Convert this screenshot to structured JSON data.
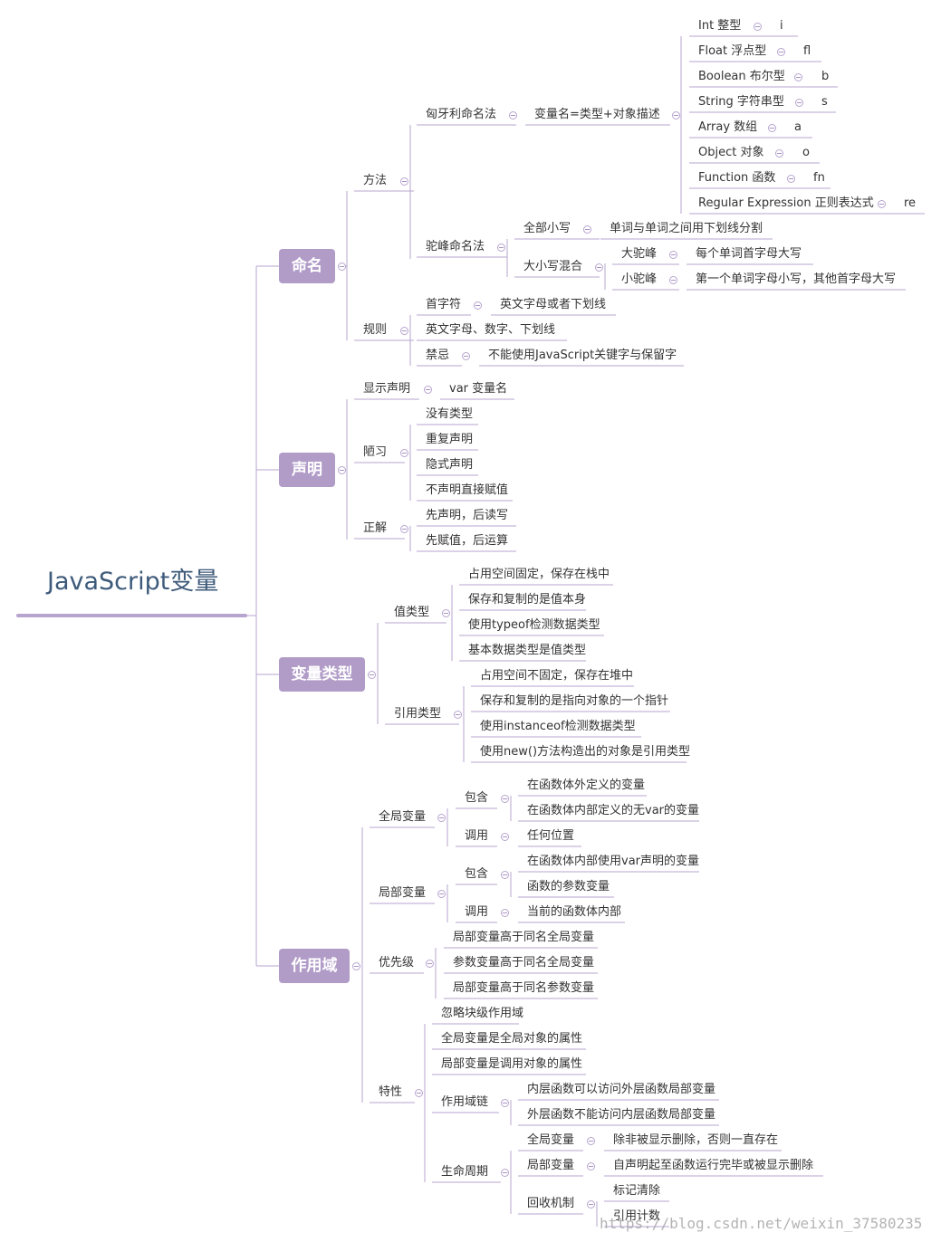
{
  "root": {
    "label": "JavaScript变量"
  },
  "categories": [
    {
      "label": "命名"
    },
    {
      "label": "声明"
    },
    {
      "label": "变量类型"
    },
    {
      "label": "作用域"
    }
  ],
  "naming": {
    "method": "方法",
    "hungarian": "匈牙利命名法",
    "hungarian_desc": "变量名=类型+对象描述",
    "types": [
      {
        "type": "Int 整型",
        "prefix": "i"
      },
      {
        "type": "Float 浮点型",
        "prefix": "fl"
      },
      {
        "type": "Boolean 布尔型",
        "prefix": "b"
      },
      {
        "type": "String 字符串型",
        "prefix": "s"
      },
      {
        "type": "Array 数组",
        "prefix": "a"
      },
      {
        "type": "Object 对象",
        "prefix": "o"
      },
      {
        "type": "Function 函数",
        "prefix": "fn"
      },
      {
        "type": "Regular Expression 正则表达式",
        "prefix": "re"
      }
    ],
    "camel": "驼峰命名法",
    "lower": "全部小写",
    "lower_desc": "单词与单词之间用下划线分割",
    "mixed": "大小写混合",
    "big_camel": "大驼峰",
    "big_camel_desc": "每个单词首字母大写",
    "small_camel": "小驼峰",
    "small_camel_desc": "第一个单词字母小写，其他首字母大写",
    "rules": "规则",
    "first_char": "首字符",
    "first_char_desc": "英文字母或者下划线",
    "chars": "英文字母、数字、下划线",
    "taboo": "禁忌",
    "taboo_desc": "不能使用JavaScript关键字与保留字"
  },
  "declaration": {
    "explicit": "显示声明",
    "explicit_desc": "var 变量名",
    "bad": "陋习",
    "bad_items": [
      "没有类型",
      "重复声明",
      "隐式声明",
      "不声明直接赋值"
    ],
    "good": "正解",
    "good_items": [
      "先声明，后读写",
      "先赋值，后运算"
    ]
  },
  "types": {
    "value": "值类型",
    "value_items": [
      "占用空间固定，保存在栈中",
      "保存和复制的是值本身",
      "使用typeof检测数据类型",
      "基本数据类型是值类型"
    ],
    "reference": "引用类型",
    "reference_items": [
      "占用空间不固定，保存在堆中",
      "保存和复制的是指向对象的一个指针",
      "使用instanceof检测数据类型",
      "使用new()方法构造出的对象是引用类型"
    ]
  },
  "scope": {
    "global": "全局变量",
    "global_include": "包含",
    "global_include_items": [
      "在函数体外定义的变量",
      "在函数体内部定义的无var的变量"
    ],
    "global_call": "调用",
    "global_call_desc": "任何位置",
    "local": "局部变量",
    "local_include": "包含",
    "local_include_items": [
      "在函数体内部使用var声明的变量",
      "函数的参数变量"
    ],
    "local_call": "调用",
    "local_call_desc": "当前的函数体内部",
    "priority": "优先级",
    "priority_items": [
      "局部变量高于同名全局变量",
      "参数变量高于同名全局变量",
      "局部变量高于同名参数变量"
    ],
    "features": "特性",
    "feature_items": [
      "忽略块级作用域",
      "全局变量是全局对象的属性",
      "局部变量是调用对象的属性"
    ],
    "chain": "作用域链",
    "chain_items": [
      "内层函数可以访问外层函数局部变量",
      "外层函数不能访问内层函数局部变量"
    ],
    "lifecycle": "生命周期",
    "life_global": "全局变量",
    "life_global_desc": "除非被显示删除，否则一直存在",
    "life_local": "局部变量",
    "life_local_desc": "自声明起至函数运行完毕或被显示删除",
    "gc": "回收机制",
    "gc_items": [
      "标记清除",
      "引用计数"
    ]
  },
  "watermark": "https://blog.csdn.net/weixin_37580235",
  "colors": {
    "accent": "#b19cc8",
    "root_text": "#3d5a7a",
    "line": "#b7a4cf"
  }
}
